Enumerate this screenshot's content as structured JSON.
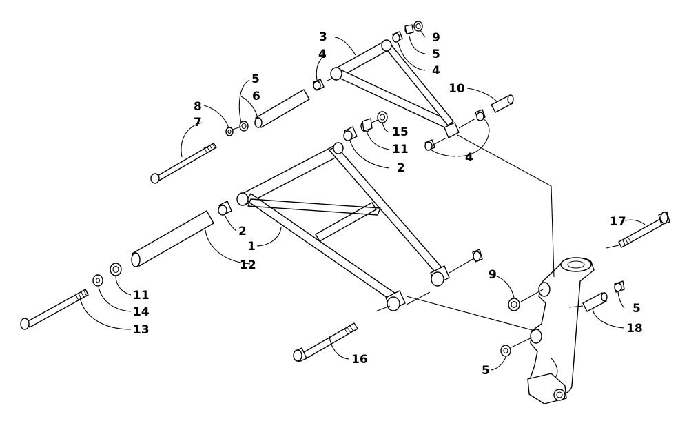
{
  "diagram": {
    "callouts": [
      "1",
      "2",
      "2",
      "3",
      "4",
      "4",
      "4",
      "5",
      "5",
      "5",
      "5",
      "6",
      "7",
      "8",
      "9",
      "9",
      "10",
      "11",
      "11",
      "12",
      "13",
      "14",
      "15",
      "16",
      "17",
      "18"
    ]
  }
}
